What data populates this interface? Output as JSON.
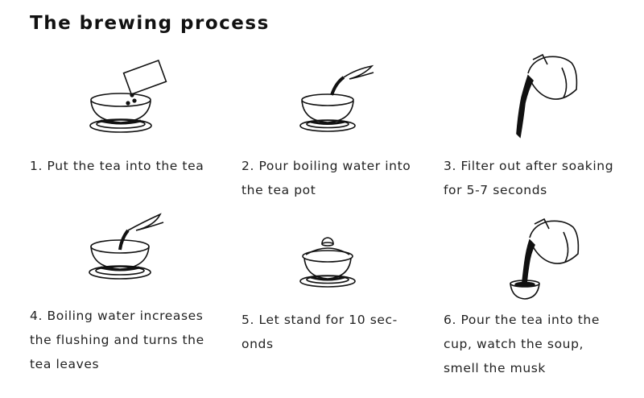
{
  "title": "The brewing process",
  "steps": [
    {
      "icon": "tea-bowl-with-tea-packet-icon",
      "lines": [
        "1. Put the tea into the tea"
      ]
    },
    {
      "icon": "kettle-pouring-into-bowl-icon",
      "lines": [
        "2. Pour boiling water into",
        "the tea pot"
      ]
    },
    {
      "icon": "pitcher-pouring-filter-icon",
      "lines": [
        "3. Filter out after soaking",
        "for 5-7 seconds"
      ]
    },
    {
      "icon": "boiling-water-into-bowl-icon",
      "lines": [
        "4. Boiling water increases",
        "the flushing and turns the",
        "tea leaves"
      ]
    },
    {
      "icon": "covered-tea-bowl-icon",
      "lines": [
        "5. Let stand for 10 sec-",
        "onds"
      ]
    },
    {
      "icon": "pitcher-pouring-into-cup-icon",
      "lines": [
        "6. Pour the tea into the",
        "cup, watch the soup,",
        "smell the musk"
      ]
    }
  ]
}
